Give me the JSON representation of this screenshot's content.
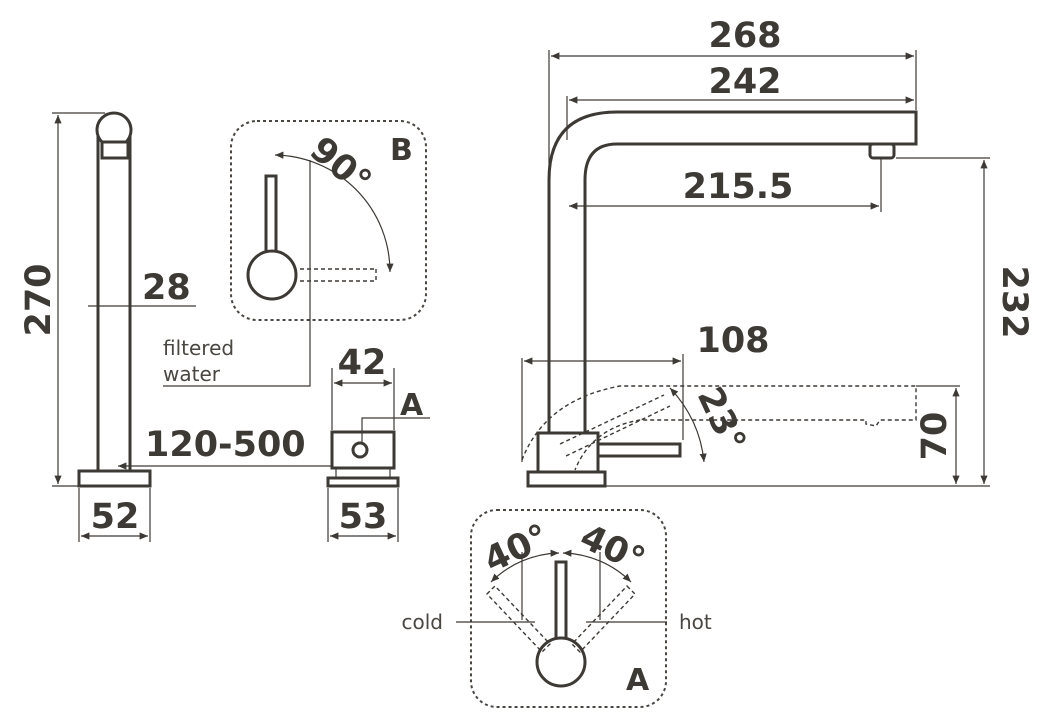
{
  "dimensions": {
    "overall_width": "268",
    "spout_length": "242",
    "outlet_reach": "215.5",
    "outlet_height": "232",
    "lever_length": "108",
    "lever_height": "70",
    "total_height": "270",
    "column_diameter": "28",
    "base_diameter": "52",
    "filter_valve_width": "42",
    "filter_valve_base": "53",
    "distance_range": "120-500"
  },
  "angles": {
    "detail_b": "90°",
    "lever_tilt": "23°",
    "cold_swing": "40°",
    "hot_swing": "40°"
  },
  "labels": {
    "detail_a_top": "A",
    "detail_a_box": "A",
    "detail_b": "B",
    "filtered_water": [
      "filtered",
      "water"
    ],
    "cold": "cold",
    "hot": "hot"
  }
}
